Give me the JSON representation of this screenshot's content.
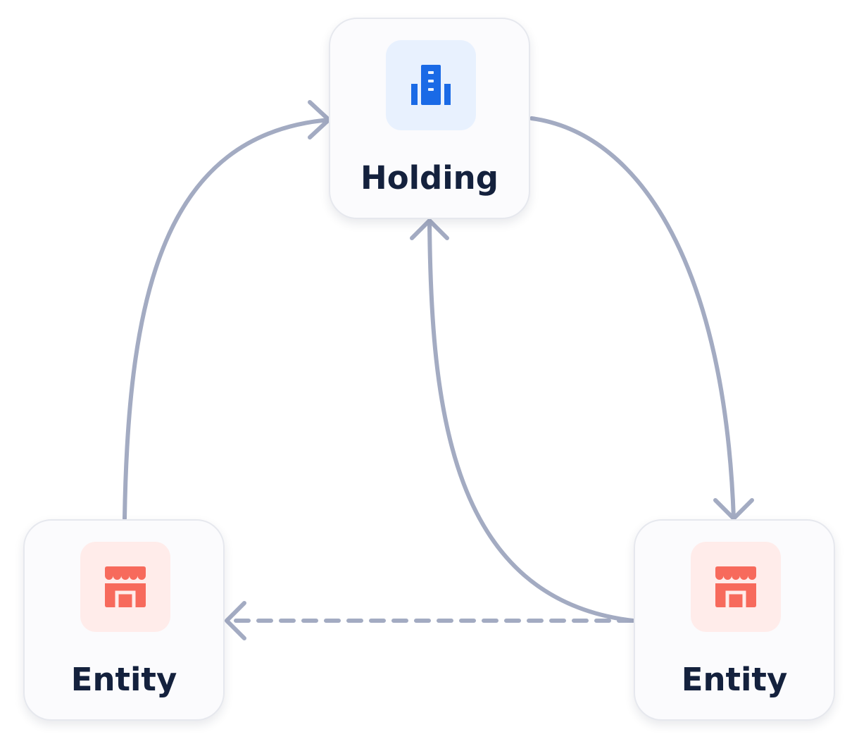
{
  "nodes": {
    "holding": {
      "label": "Holding",
      "icon": "building-icon"
    },
    "entity_left": {
      "label": "Entity",
      "icon": "storefront-icon"
    },
    "entity_right": {
      "label": "Entity",
      "icon": "storefront-icon"
    }
  },
  "edges": [
    {
      "from": "entity_left",
      "to": "holding",
      "style": "solid"
    },
    {
      "from": "holding",
      "to": "entity_right",
      "style": "solid"
    },
    {
      "from": "entity_right",
      "to": "holding",
      "style": "solid"
    },
    {
      "from": "entity_right",
      "to": "entity_left",
      "style": "dashed"
    }
  ],
  "colors": {
    "edge": "#a3abc2",
    "holding_icon": "#1a6ae6",
    "holding_tile": "#e8f1fe",
    "entity_icon": "#f76a5c",
    "entity_tile": "#ffecea",
    "label_text": "#14213d",
    "card_border": "#e6e8ee"
  }
}
